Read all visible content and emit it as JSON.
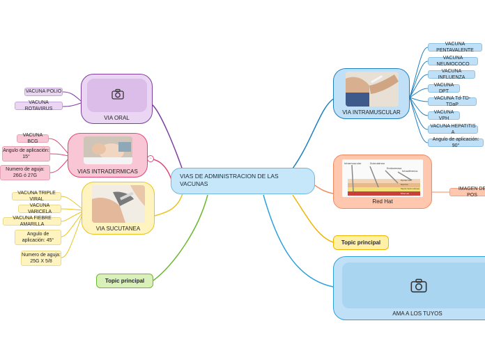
{
  "center": {
    "label": "VIAS DE ADMINISTRACION DE LAS VACUNAS"
  },
  "via_oral": {
    "label": "VIA ORAL",
    "children": [
      "VACUNA POLIO",
      "VACUNA ROTAVIRUS"
    ]
  },
  "via_intradermica": {
    "label": "VIAS INTRADERMICAS",
    "children": [
      "VACUNA BCG",
      "Angulo de aplicación: 15°",
      "Numero de aguja: 26G ó 27G"
    ]
  },
  "via_subcutanea": {
    "label": "VIA SUCUTANEA",
    "children": [
      "VACUNA TRIPLE VIRAL",
      "VACUNA VARICELA",
      "VACUNA FIEBRE AMARILLA",
      "Angulo de aplicación: 45°",
      "Numero de aguja: 25G X 5/8"
    ]
  },
  "topic_left": {
    "label": "Topic principal"
  },
  "via_intramuscular": {
    "label": "VIA INTRAMUSCULAR",
    "children": [
      "VACUNA PENTAVALENTE",
      "VACUNA NEUMOCOCO",
      "VACUNA INFLUENZA",
      "VACUNA DPT",
      "VACUNA Td-TD-TDaP",
      "VACUNA VPH",
      "VACUNA HEPATITIS A",
      "Angulo de aplicación: 90°"
    ]
  },
  "red_hat": {
    "label": "Red Hat",
    "image_labels": [
      "Intramuscular",
      "Subcutáneo",
      "Endovenoso",
      "Intradérmico",
      "Epidermis",
      "Dermis",
      "Tejido Subcutáneo",
      "Músculo"
    ],
    "child": "IMAGEN DE POS"
  },
  "topic_right": {
    "label": "Topic principal"
  },
  "ama": {
    "label": "AMA A LOS TUYOS"
  },
  "colors": {
    "oral": "#7b3f9e",
    "intradermica": "#e0457b",
    "subcutanea": "#e8c41c",
    "topic_left": "#6bb82e",
    "intramuscular": "#1f7fbf",
    "red_hat": "#f08a5d",
    "topic_right": "#f0b400",
    "ama": "#2aa0dc"
  }
}
